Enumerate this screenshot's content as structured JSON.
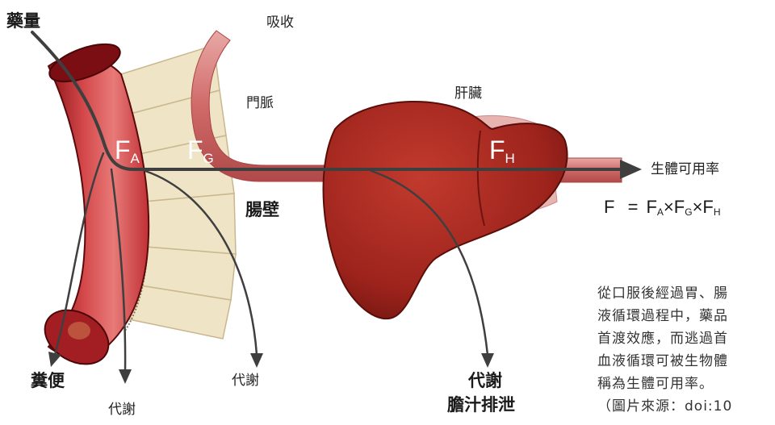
{
  "labels": {
    "dose": "藥量",
    "absorption": "吸收",
    "portal_vein": "門脈",
    "liver": "肝臟",
    "bioavailability": "生體可用率",
    "intestinal_wall": "腸壁",
    "feces": "糞便",
    "metabolism_lumen": "代謝",
    "metabolism_wall": "代謝",
    "metabolism_liver": "代謝",
    "biliary_excretion": "膽汁排泄"
  },
  "factors": {
    "fa_base": "F",
    "fa_sub": "A",
    "fg_base": "F",
    "fg_sub": "G",
    "fh_base": "F",
    "fh_sub": "H"
  },
  "formula": {
    "lhs": "F",
    "eq": "=",
    "t1": "F",
    "s1": "A",
    "x1": "×",
    "t2": "F",
    "s2": "G",
    "x2": "×",
    "t3": "F",
    "s3": "H"
  },
  "note_lines": [
    "從口服後經過胃、腸",
    "液循環過程中，藥品",
    "首渡效應，而逃過首",
    "血液循環可被生物體",
    "稱為生體可用率。",
    "（圖片來源：doi:10"
  ],
  "colors": {
    "intestine": "#c8383a",
    "villi": "#efe3c4",
    "portal_vein": "#d98a8a",
    "liver": "#a82a22",
    "arrow": "#3f3f3f"
  }
}
